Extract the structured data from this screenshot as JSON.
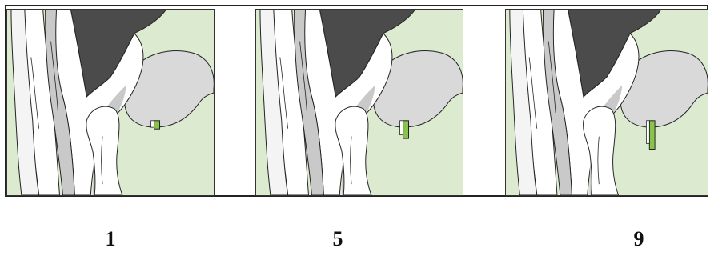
{
  "panels": [
    {
      "score": "1",
      "teat_length": 0.15
    },
    {
      "score": "5",
      "teat_length": 0.55
    },
    {
      "score": "9",
      "teat_length": 1.0
    }
  ],
  "colors": {
    "background": "#dcebd0",
    "dark_patch": "#4b4b4b",
    "udder": "#d9d9d9",
    "white": "#ffffff",
    "shadow": "#c9c9c9",
    "teat": "#88c34a",
    "outline": "#222222"
  }
}
